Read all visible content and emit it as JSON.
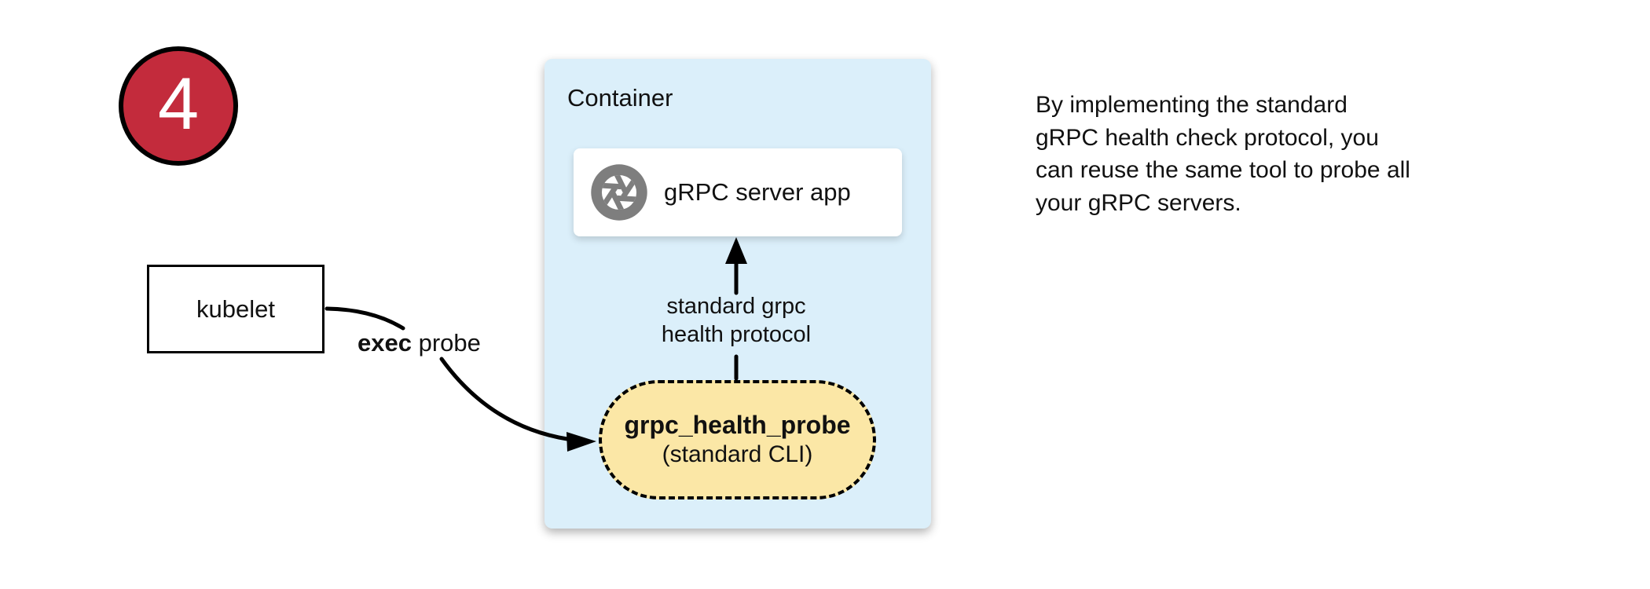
{
  "colors": {
    "badge-red": "#C32B3C",
    "container-blue": "#DBEFFA",
    "probe-yellow": "#FBE7A6",
    "icon-gray": "#7E7E7E",
    "ink-black": "#111111"
  },
  "badge": {
    "number": "4"
  },
  "kubelet": {
    "label": "kubelet"
  },
  "exec_probe": {
    "bold": "exec",
    "rest": " probe"
  },
  "container": {
    "title": "Container",
    "server_app": {
      "label": "gRPC server app",
      "icon": "aperture-icon"
    },
    "health_protocol_arrow": {
      "line1": "standard grpc",
      "line2": "health protocol"
    },
    "probe": {
      "name": "grpc_health_probe",
      "subtitle": "(standard CLI)"
    }
  },
  "note": {
    "lines": [
      "By implementing the standard",
      "gRPC health check protocol, you",
      "can reuse the same tool to probe all",
      "your gRPC servers."
    ]
  }
}
